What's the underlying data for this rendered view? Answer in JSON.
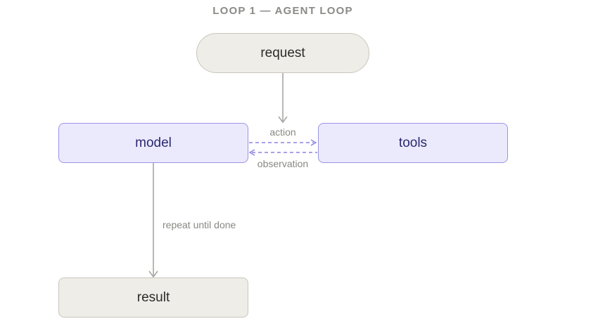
{
  "title": "LOOP 1 — AGENT LOOP",
  "nodes": {
    "request": "request",
    "model": "model",
    "tools": "tools",
    "result": "result"
  },
  "edges": {
    "action": "action",
    "observation": "observation",
    "repeat": "repeat until done"
  },
  "colors": {
    "neutral_fill": "#efede7",
    "accent_fill": "#ebeafd",
    "accent_stroke": "#9a94e6",
    "solid_arrow": "#a9a7a1",
    "dashed_arrow": "#8b82e0"
  }
}
